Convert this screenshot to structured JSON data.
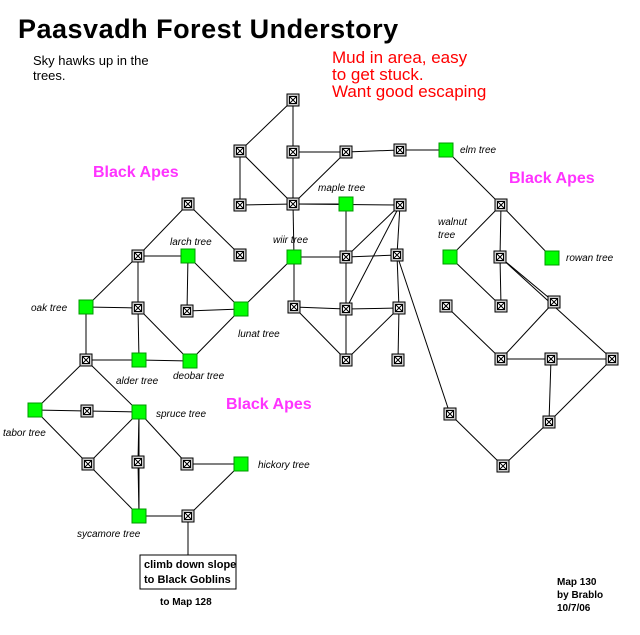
{
  "title": "Paasvadh Forest Understory",
  "note_lines": [
    "Sky hawks up in the",
    "trees."
  ],
  "warning_lines": [
    "Mud in area, easy",
    "to get stuck.",
    "Want good escaping"
  ],
  "mob_labels": [
    "Black Apes",
    "Black Apes",
    "Black Apes"
  ],
  "exit_box_lines": [
    "climb down slope",
    "to Black Goblins"
  ],
  "exit_destination": "to Map 128",
  "credits": [
    "Map 130",
    "by Brablo",
    "10/7/06"
  ],
  "tree_labels": {
    "elm": "elm tree",
    "maple": "maple tree",
    "walnut": [
      "walnut",
      "tree"
    ],
    "rowan": "rowan tree",
    "larch": "larch tree",
    "wiir": "wiir tree",
    "oak": "oak tree",
    "lunat": "lunat tree",
    "alder": "alder tree",
    "deobar": "deobar tree",
    "spruce": "spruce tree",
    "tabor": "tabor tree",
    "hickory": "hickory tree",
    "sycamore": "sycamore tree"
  },
  "colors": {
    "room": "#cccccc",
    "tree_room": "#00ff00",
    "warning": "#ff0000",
    "mob": "#ff33ff"
  }
}
